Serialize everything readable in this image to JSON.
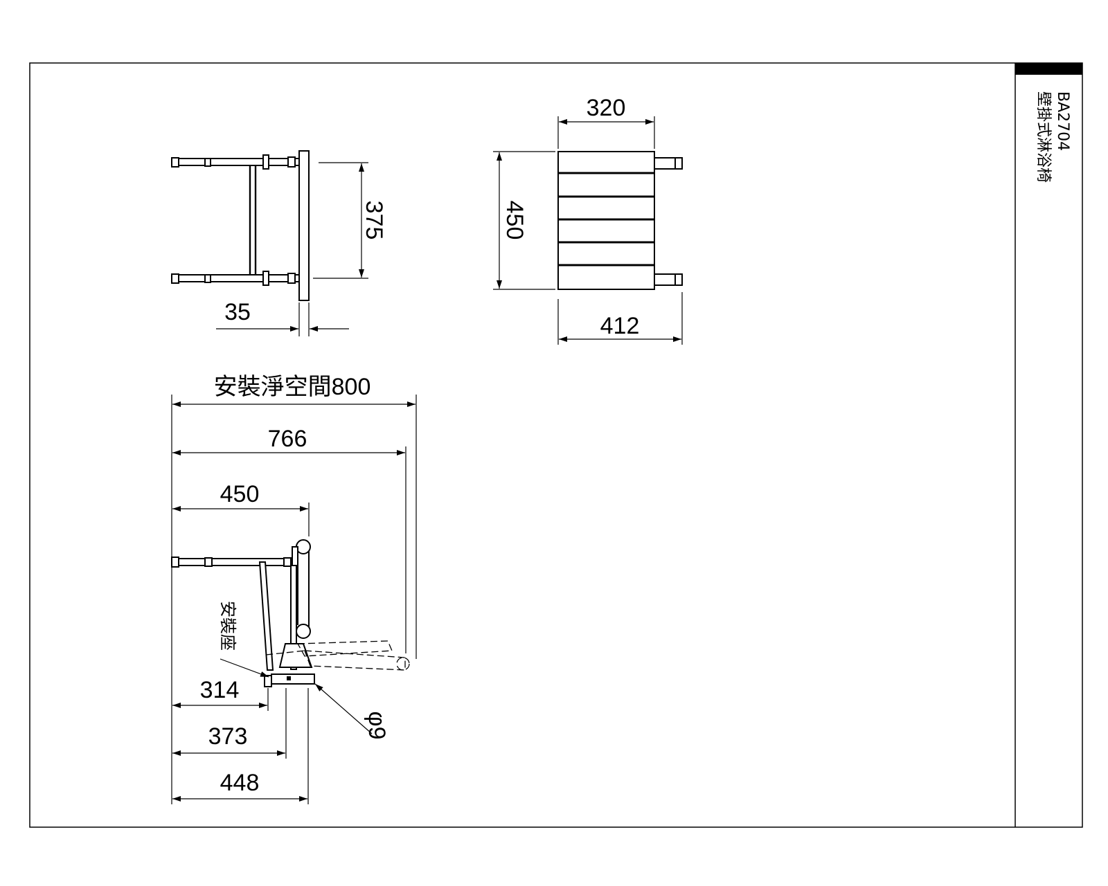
{
  "title_block": {
    "model": "BA2704",
    "name": "壁掛式淋浴椅"
  },
  "dimensions": {
    "top_depth": "375",
    "top_thickness": "35",
    "front_width_top": "320",
    "front_height": "450",
    "front_width_bottom": "412",
    "install_clearance": "安裝淨空間800",
    "open_depth": "766",
    "seat_depth": "450",
    "mount_label": "安裝座",
    "hole_dia": "φ9",
    "mount_314": "314",
    "mount_373": "373",
    "mount_448": "448"
  }
}
